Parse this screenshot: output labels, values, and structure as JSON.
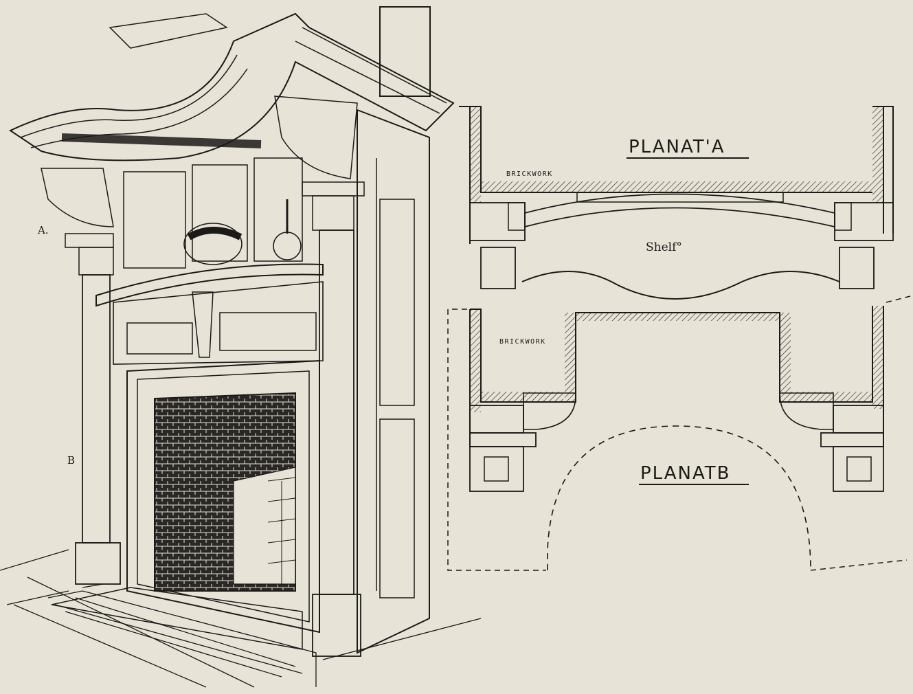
{
  "plan_a": {
    "title": "PLANAT'A",
    "brickwork_label": "BRICKWORK",
    "shelf_label": "Shelf°"
  },
  "plan_b": {
    "title": "PLANATB",
    "brickwork_label": "BRICKWORK"
  },
  "elevation": {
    "marker_a": "A.",
    "marker_b": "B"
  },
  "colors": {
    "paper": "#e7e3d7",
    "ink": "#1b1a17"
  }
}
